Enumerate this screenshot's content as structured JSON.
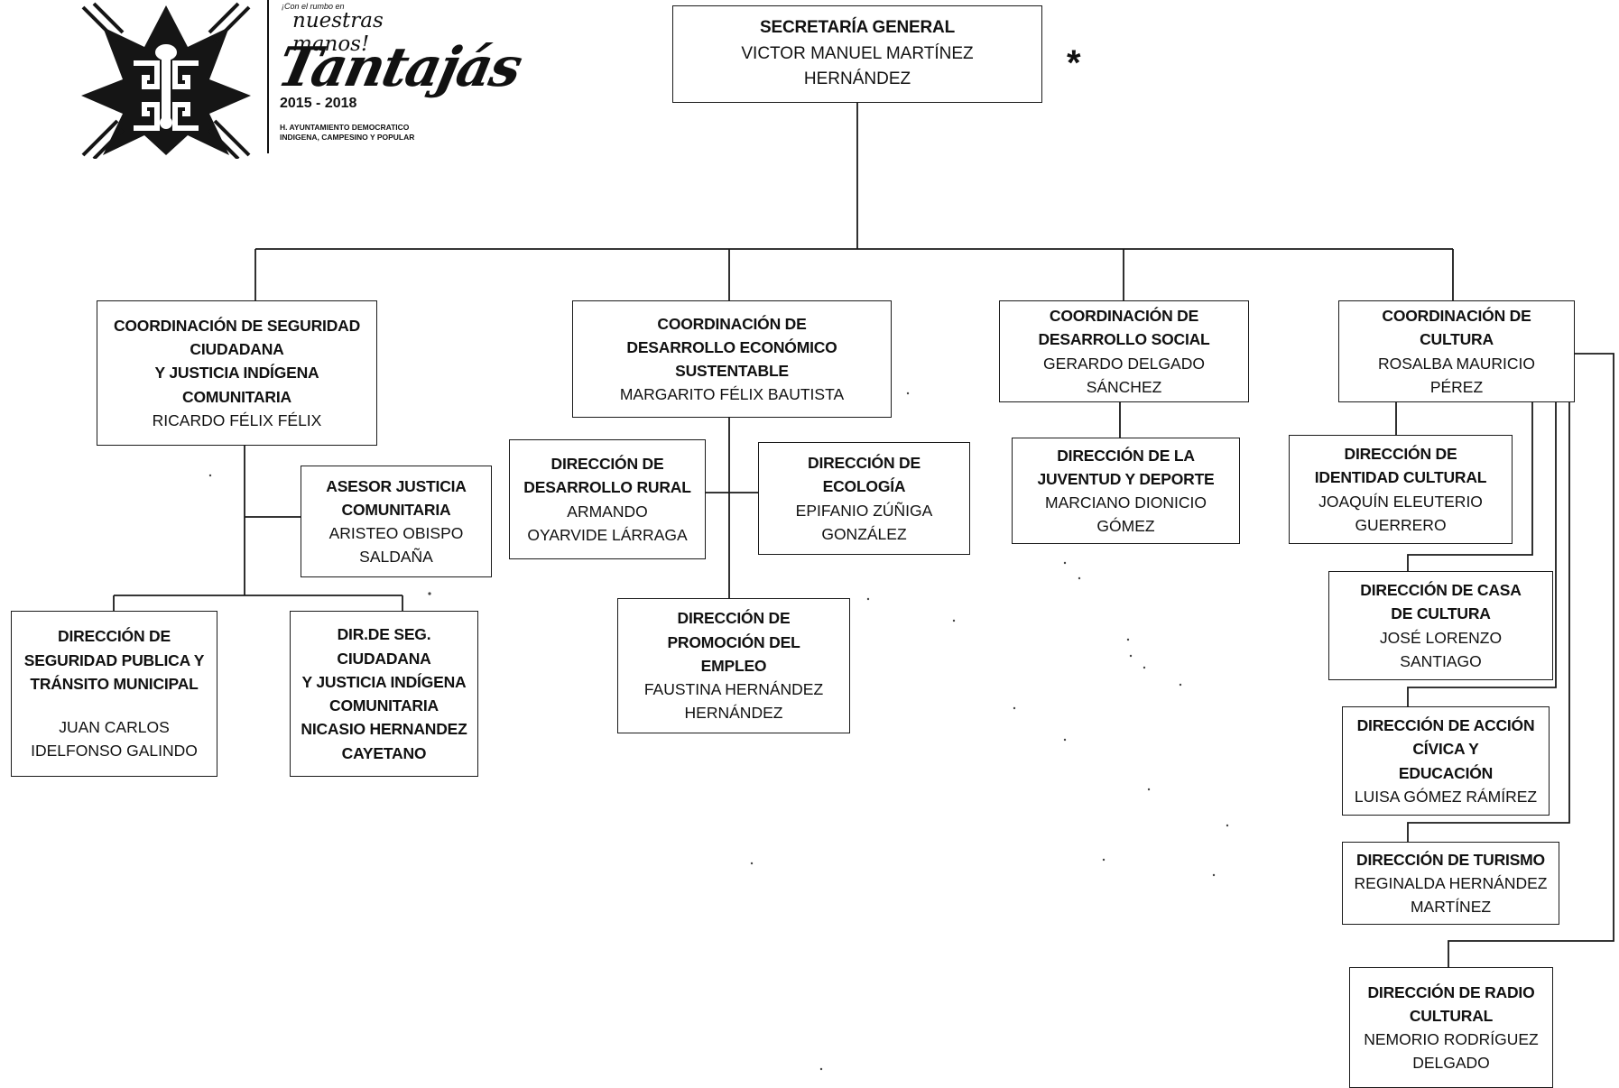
{
  "logo": {
    "slogan_small": "¡Con el rumbo en",
    "slogan": "nuestras manos!",
    "script": "Tantajás",
    "years": "2015 - 2018",
    "org_line1": "H. AYUNTAMIENTO DEMOCRATICO",
    "org_line2": "INDIGENA, CAMPESINO Y POPULAR"
  },
  "marker": "*",
  "nodes": {
    "secretaria": {
      "title": [
        "SECRETARÍA GENERAL"
      ],
      "name": [
        "VICTOR MANUEL MARTÍNEZ",
        "HERNÁNDEZ"
      ]
    },
    "coord_seguridad": {
      "title": [
        "COORDINACIÓN DE SEGURIDAD",
        "CIUDADANA",
        "Y JUSTICIA INDÍGENA",
        "COMUNITARIA"
      ],
      "name": [
        "RICARDO FÉLIX FÉLIX"
      ]
    },
    "asesor_justicia": {
      "title": [
        "ASESOR JUSTICIA",
        "COMUNITARIA"
      ],
      "name": [
        "ARISTEO OBISPO",
        "SALDAÑA"
      ]
    },
    "dir_seguridad_publica": {
      "title": [
        "DIRECCIÓN DE",
        "SEGURIDAD PUBLICA Y",
        "TRÁNSITO MUNICIPAL"
      ],
      "name": [
        "JUAN CARLOS",
        "IDELFONSO GALINDO"
      ]
    },
    "dir_seg_ciudadana": {
      "title": [
        "DIR.DE SEG.",
        "CIUDADANA",
        "Y JUSTICIA INDÍGENA",
        "COMUNITARIA",
        "NICASIO HERNANDEZ",
        "CAYETANO"
      ],
      "name": []
    },
    "coord_economico": {
      "title": [
        "COORDINACIÓN DE",
        "DESARROLLO ECONÓMICO",
        "SUSTENTABLE"
      ],
      "name": [
        "MARGARITO FÉLIX BAUTISTA"
      ]
    },
    "dir_rural": {
      "title": [
        "DIRECCIÓN DE",
        "DESARROLLO RURAL"
      ],
      "name": [
        "ARMANDO",
        "OYARVIDE LÁRRAGA"
      ]
    },
    "dir_ecologia": {
      "title": [
        "DIRECCIÓN DE",
        "ECOLOGÍA"
      ],
      "name": [
        "EPIFANIO ZÚÑIGA",
        "GONZÁLEZ"
      ]
    },
    "dir_empleo": {
      "title": [
        "DIRECCIÓN DE",
        "PROMOCIÓN DEL",
        "EMPLEO"
      ],
      "name": [
        "FAUSTINA HERNÁNDEZ",
        "HERNÁNDEZ"
      ]
    },
    "coord_social": {
      "title": [
        "COORDINACIÓN DE",
        "DESARROLLO SOCIAL"
      ],
      "name": [
        "GERARDO DELGADO",
        "SÁNCHEZ"
      ]
    },
    "dir_juventud": {
      "title": [
        "DIRECCIÓN DE LA",
        "JUVENTUD Y DEPORTE"
      ],
      "name": [
        "MARCIANO DIONICIO",
        "GÓMEZ"
      ]
    },
    "coord_cultura": {
      "title": [
        "COORDINACIÓN DE",
        "CULTURA"
      ],
      "name": [
        "ROSALBA MAURICIO",
        "PÉREZ"
      ]
    },
    "dir_identidad": {
      "title": [
        "DIRECCIÓN DE",
        "IDENTIDAD CULTURAL"
      ],
      "name": [
        "JOAQUÍN ELEUTERIO",
        "GUERRERO"
      ]
    },
    "dir_casa_cultura": {
      "title": [
        "DIRECCIÓN DE CASA",
        "DE CULTURA"
      ],
      "name": [
        "JOSÉ LORENZO",
        "SANTIAGO"
      ]
    },
    "dir_accion_civica": {
      "title": [
        "DIRECCIÓN DE ACCIÓN",
        "CÍVICA Y",
        "EDUCACIÓN"
      ],
      "name": [
        "LUISA GÓMEZ RÁMÍREZ"
      ]
    },
    "dir_turismo": {
      "title": [
        "DIRECCIÓN DE TURISMO"
      ],
      "name": [
        "REGINALDA HERNÁNDEZ",
        "MARTÍNEZ"
      ]
    },
    "dir_radio": {
      "title": [
        "DIRECCIÓN DE RADIO",
        "CULTURAL"
      ],
      "name": [
        "NEMORIO RODRÍGUEZ",
        "DELGADO"
      ]
    }
  }
}
